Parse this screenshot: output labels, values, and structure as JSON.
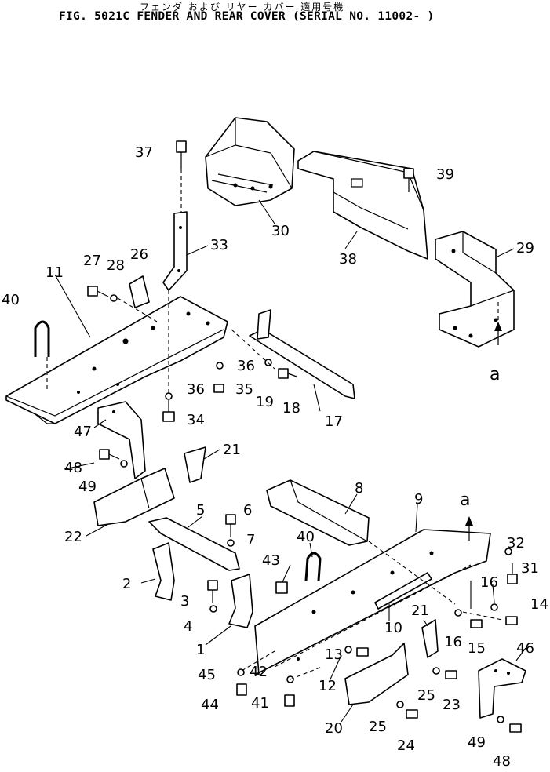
{
  "header": {
    "japanese_title": "フェンダ および リヤー カバー 適用号機",
    "title": "FIG. 5021C  FENDER AND REAR COVER (SERIAL NO. 11002- )"
  },
  "callouts": {
    "c1": "1",
    "c2": "2",
    "c3": "3",
    "c4": "4",
    "c5": "5",
    "c6": "6",
    "c7": "7",
    "c8": "8",
    "c9": "9",
    "c10": "10",
    "c11": "11",
    "c12": "12",
    "c13": "13",
    "c14": "14",
    "c15": "15",
    "c16a": "16",
    "c16b": "16",
    "c17": "17",
    "c18": "18",
    "c19": "19",
    "c20": "20",
    "c21a": "21",
    "c21b": "21",
    "c22": "22",
    "c23": "23",
    "c24": "24",
    "c25a": "25",
    "c25b": "25",
    "c26": "26",
    "c27": "27",
    "c28": "28",
    "c29": "29",
    "c30": "30",
    "c31": "31",
    "c32": "32",
    "c33": "33",
    "c34": "34",
    "c35": "35",
    "c36a": "36",
    "c36b": "36",
    "c37": "37",
    "c38": "38",
    "c39": "39",
    "c40a": "40",
    "c40b": "40",
    "c41": "41",
    "c42": "42",
    "c43": "43",
    "c44": "44",
    "c45": "45",
    "c46": "46",
    "c47": "47",
    "c48a": "48",
    "c48b": "48",
    "c49a": "49",
    "c49b": "49"
  },
  "reference_marks": {
    "a_upper": "a",
    "a_lower": "a"
  }
}
